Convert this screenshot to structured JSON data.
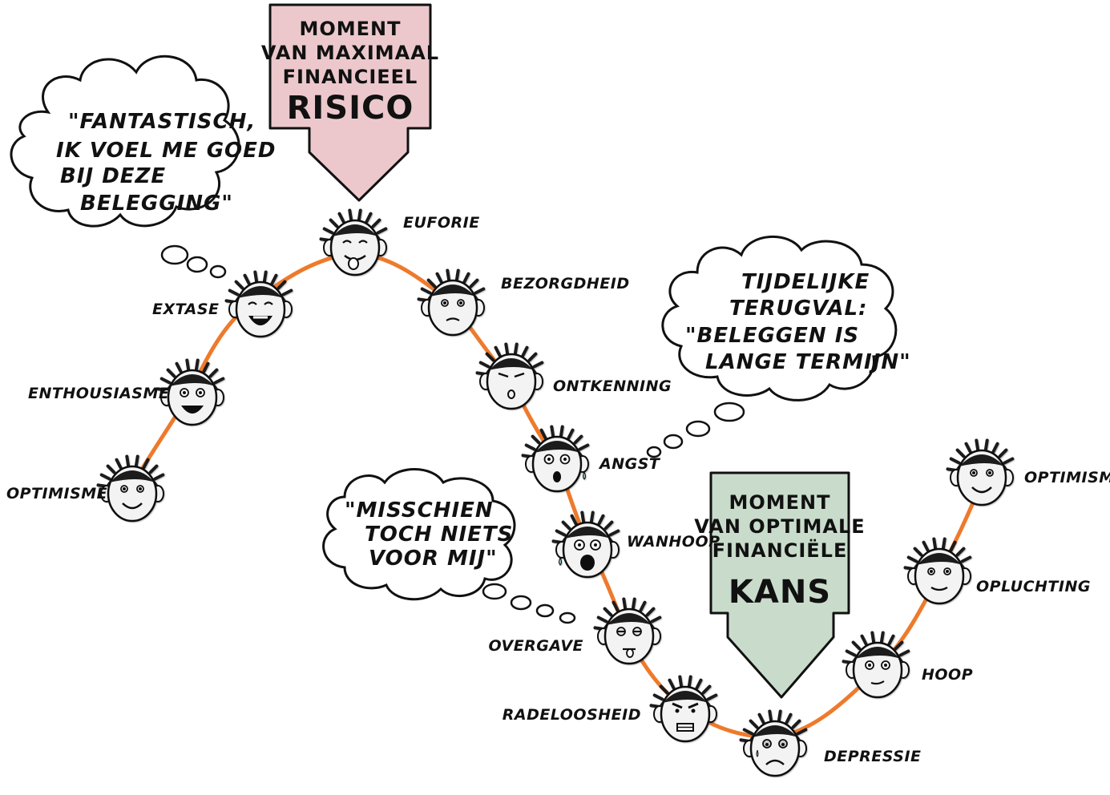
{
  "stages": [
    {
      "id": "optimisme-1",
      "label": "OPTIMISME",
      "mood": "smile"
    },
    {
      "id": "enthousiasme",
      "label": "ENTHOUSIASME",
      "mood": "grin"
    },
    {
      "id": "extase",
      "label": "EXTASE",
      "mood": "laugh"
    },
    {
      "id": "euforie",
      "label": "EUFORIE",
      "mood": "tongue"
    },
    {
      "id": "bezorgdheid",
      "label": "BEZORGDHEID",
      "mood": "worried"
    },
    {
      "id": "ontkenning",
      "label": "ONTKENNING",
      "mood": "doubt"
    },
    {
      "id": "angst",
      "label": "ANGST",
      "mood": "fear"
    },
    {
      "id": "wanhoop",
      "label": "WANHOOP",
      "mood": "scream"
    },
    {
      "id": "overgave",
      "label": "OVERGAVE",
      "mood": "tired"
    },
    {
      "id": "radeloosheid",
      "label": "RADELOOSHEID",
      "mood": "angry"
    },
    {
      "id": "depressie",
      "label": "DEPRESSIE",
      "mood": "sad"
    },
    {
      "id": "hoop",
      "label": "HOOP",
      "mood": "neutral"
    },
    {
      "id": "opluchting",
      "label": "OPLUCHTING",
      "mood": "relief"
    },
    {
      "id": "optimisme-2",
      "label": "OPTIMISME",
      "mood": "smile"
    }
  ],
  "bubbles": {
    "fantastisch": [
      "\"FANTASTISCH,",
      "IK VOEL ME GOED",
      "BIJ DEZE",
      "BELEGGING\""
    ],
    "terugval": [
      "TIJDELIJKE",
      "TERUGVAL:",
      "\"BELEGGEN IS",
      "LANGE TERMIJN\""
    ],
    "misschien": [
      "\"MISSCHIEN",
      "TOCH NIETS",
      "VOOR MIJ\""
    ]
  },
  "arrows": {
    "risk": {
      "lines": [
        "MOMENT",
        "VAN MAXIMAAL",
        "FINANCIEEL"
      ],
      "keyword": "RISICO",
      "color": "#ecc8cd"
    },
    "chance": {
      "lines": [
        "MOMENT",
        "VAN OPTIMALE",
        "FINANCIËLE"
      ],
      "keyword": "KANS",
      "color": "#c9dccb"
    }
  },
  "colors": {
    "curve": "#ee7a2c",
    "face": "#f3f3f3",
    "hair": "#1a1a1a",
    "cloud": "#ffffff",
    "ink": "#111111"
  }
}
